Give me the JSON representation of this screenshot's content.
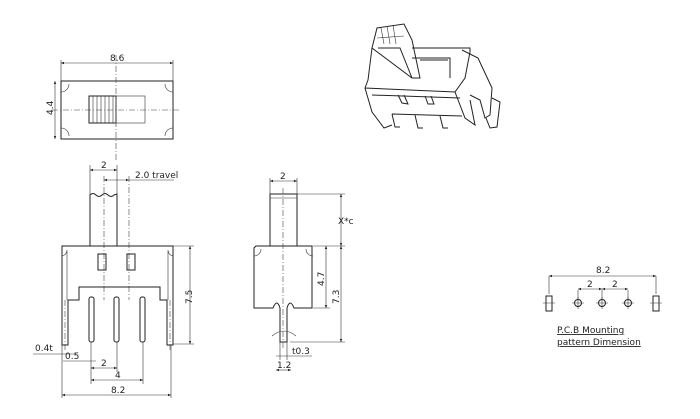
{
  "top_view": {
    "width_label": "8.6",
    "height_label": "4.4"
  },
  "front_view": {
    "actuator_width_label": "2",
    "travel_label": "2.0 travel",
    "height_label": "7.5",
    "pin_thickness_label": "0.4t",
    "pin_width_label": "0.5",
    "pitch_label": "2",
    "outer_pitch_label": "4",
    "overall_width_label": "8.2"
  },
  "side_view": {
    "actuator_width_label": "2",
    "actuator_height_label": "X*c",
    "body_height_label": "4.7",
    "total_height_label": "7.3",
    "pin_thickness_label": "t0.3",
    "pin_width_label": "1.2"
  },
  "pcb_pattern": {
    "overall_label": "8.2",
    "pitch_left_label": "2",
    "pitch_right_label": "2",
    "caption_line1": "P.C.B Mounting",
    "caption_line2": "pattern Dimension"
  }
}
